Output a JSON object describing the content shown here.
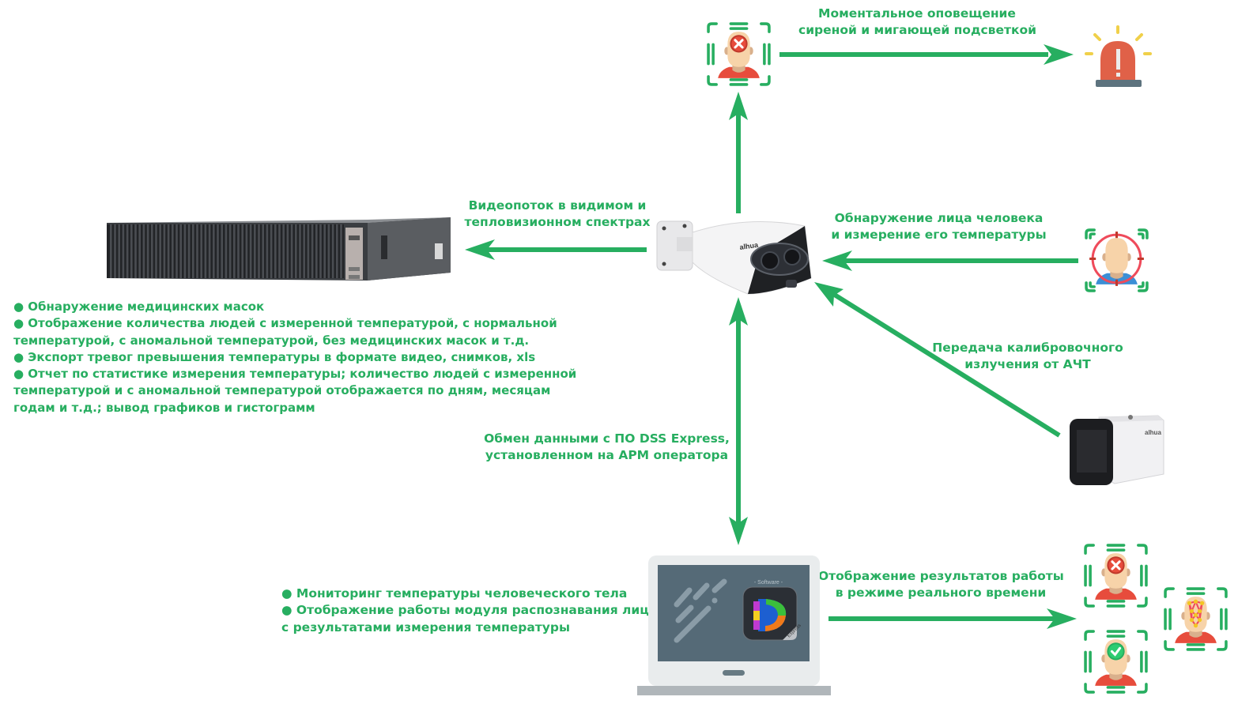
{
  "colors": {
    "accent_green": "#27ae60",
    "alert_red": "#e74c3c",
    "siren_red": "#e06148",
    "siren_base": "#5d737e",
    "ok_green": "#2ecc71",
    "skin": "#f7d3a9",
    "laptop_screen": "#546a78"
  },
  "labels": {
    "alert": [
      "Моментальное оповещение",
      "сиреной и мигающей подсветкой"
    ],
    "video_stream": [
      "Видеопоток в видимом и",
      "тепловизионном спектрах"
    ],
    "face_detection": [
      "Обнаружение лица человека",
      "и измерение его температуры"
    ],
    "calibration": [
      "Передача калибровочного",
      "излучения от АЧТ"
    ],
    "dss_exchange": [
      "Обмен данными с ПО DSS Express,",
      "установленном на АРМ оператора"
    ],
    "realtime_display": [
      "Отображение результатов работы",
      "в режиме реального времени"
    ]
  },
  "nvr_features": [
    "● Обнаружение медицинских масок",
    "● Отображение количества людей с измеренной температурой, с нормальной",
    "температурой, с аномальной температурой, без медицинских масок и т.д.",
    "● Экспорт тревог превышения температуры в формате видео, снимков, xls",
    "● Отчет по статистике измерения температуры; количество людей с измеренной",
    "температурой и с аномальной температурой отображается по дням, месяцам",
    "годам и т.д.; вывод графиков и гистограмм"
  ],
  "software_features": [
    "● Мониторинг температуры человеческого тела",
    "● Отображение работы модуля распознавания лиц",
    "с результатами измерения температуры"
  ],
  "devices": {
    "camera_brand": "alhua",
    "blackbody_brand": "alhua",
    "software_caption": "- Software -",
    "software_badge": "Express"
  },
  "icons": {
    "alert_person": "person-fever-x-icon",
    "siren": "siren-alarm-icon",
    "face_target": "face-target-icon",
    "result_fail": "person-fever-x-icon",
    "result_ok": "person-ok-check-icon",
    "result_face_mesh": "face-mesh-recognition-icon"
  }
}
